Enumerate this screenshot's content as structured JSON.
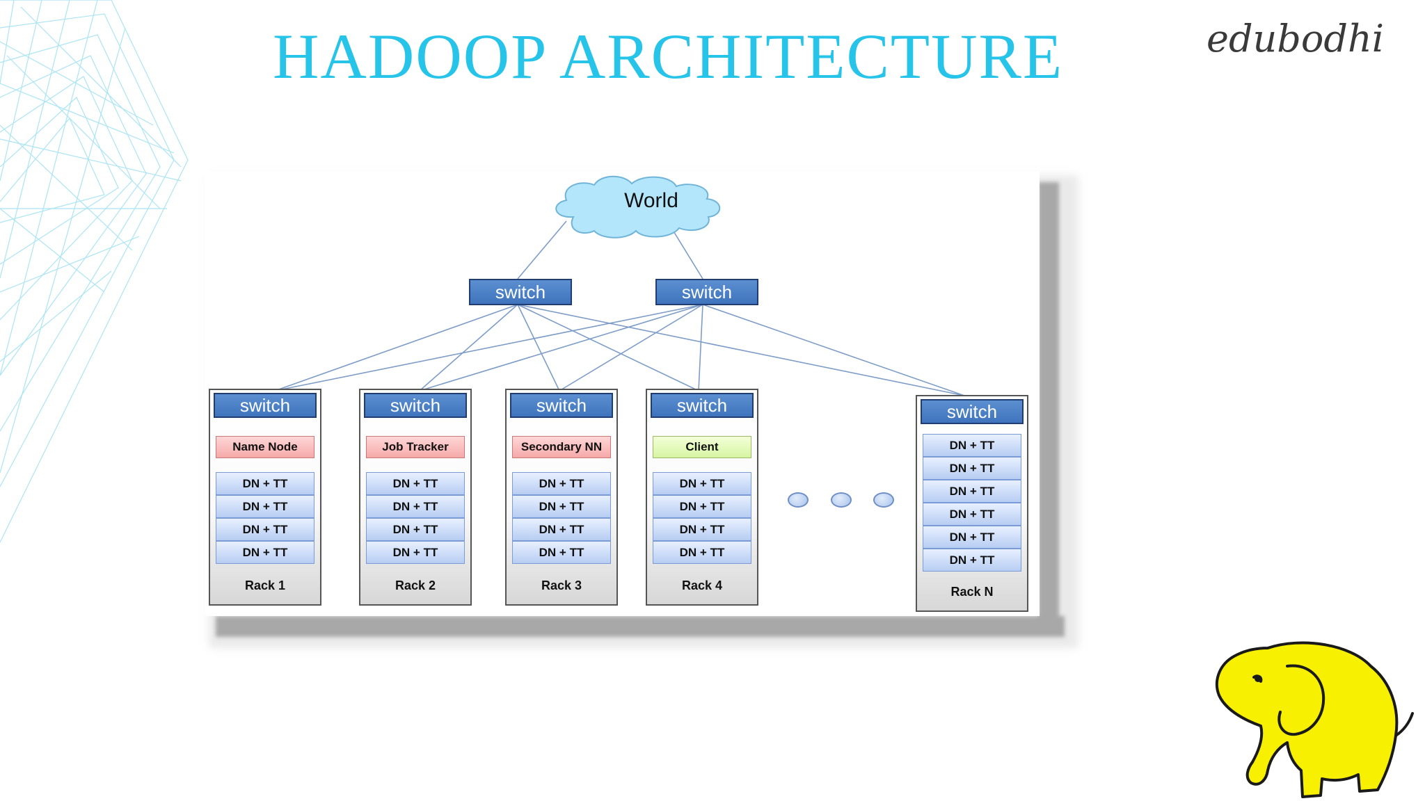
{
  "title": "HADOOP ARCHITECTURE",
  "brand": "edubodhi",
  "diagram": {
    "cloud": "World",
    "core_switches": [
      "switch",
      "switch"
    ],
    "racks": [
      {
        "switch": "switch",
        "role": "Name Node",
        "nodes": [
          "DN + TT",
          "DN + TT",
          "DN + TT",
          "DN + TT"
        ],
        "label": "Rack 1"
      },
      {
        "switch": "switch",
        "role": "Job Tracker",
        "nodes": [
          "DN + TT",
          "DN + TT",
          "DN + TT",
          "DN + TT"
        ],
        "label": "Rack 2"
      },
      {
        "switch": "switch",
        "role": "Secondary NN",
        "nodes": [
          "DN + TT",
          "DN + TT",
          "DN + TT",
          "DN + TT"
        ],
        "label": "Rack 3"
      },
      {
        "switch": "switch",
        "role": "Client",
        "nodes": [
          "DN + TT",
          "DN + TT",
          "DN + TT",
          "DN + TT"
        ],
        "label": "Rack 4"
      },
      {
        "switch": "switch",
        "nodes": [
          "DN + TT",
          "DN + TT",
          "DN + TT",
          "DN + TT",
          "DN + TT",
          "DN + TT"
        ],
        "label": "Rack N"
      }
    ]
  },
  "colors": {
    "title": "#27c4ea",
    "switch": "#4a7fc6",
    "role_pink": "#f8b9b9",
    "role_green": "#dcf7b0",
    "node": "#c6d8f5"
  },
  "icons": [
    "wireframe-decoration",
    "hadoop-elephant-logo"
  ]
}
